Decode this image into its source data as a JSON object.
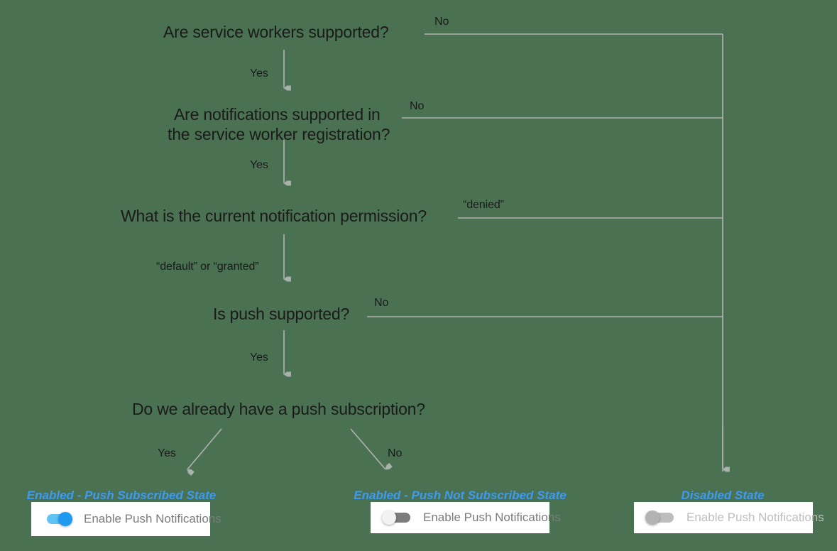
{
  "diagram": {
    "title": "Push notification support decision flow",
    "background_color": "#4a7252",
    "line_color": "#b0b0b0",
    "text_color": "#1a1a1a",
    "state_label_color": "#3e9bf0",
    "nodes": [
      {
        "id": "sw",
        "text": "Are service workers supported?"
      },
      {
        "id": "notif_line1",
        "text": "Are notifications supported in"
      },
      {
        "id": "notif_line2",
        "text": "the service worker registration?"
      },
      {
        "id": "perm",
        "text": "What is the current notification permission?"
      },
      {
        "id": "push",
        "text": "Is push supported?"
      },
      {
        "id": "sub",
        "text": "Do we already have a push subscription?"
      }
    ],
    "edge_labels": [
      {
        "id": "sw_no",
        "text": "No"
      },
      {
        "id": "sw_yes",
        "text": "Yes"
      },
      {
        "id": "notif_no",
        "text": "No"
      },
      {
        "id": "notif_yes",
        "text": "Yes"
      },
      {
        "id": "perm_denied",
        "text": "“denied”"
      },
      {
        "id": "perm_default_granted",
        "text": "“default” or “granted”"
      },
      {
        "id": "push_no",
        "text": "No"
      },
      {
        "id": "push_yes",
        "text": "Yes"
      },
      {
        "id": "sub_yes",
        "text": "Yes"
      },
      {
        "id": "sub_no",
        "text": "No"
      }
    ],
    "outcomes": [
      {
        "id": "enabled_subscribed",
        "label": "Enabled - Push Subscribed State",
        "toggle": {
          "state": "on",
          "label": "Enable Push Notifications",
          "disabled": false
        }
      },
      {
        "id": "enabled_not_subscribed",
        "label": "Enabled - Push Not Subscribed State",
        "toggle": {
          "state": "off",
          "label": "Enable Push Notifications",
          "disabled": false
        }
      },
      {
        "id": "disabled",
        "label": "Disabled State",
        "toggle": {
          "state": "disabled",
          "label": "Enable Push Notifications",
          "disabled": true
        }
      }
    ]
  }
}
